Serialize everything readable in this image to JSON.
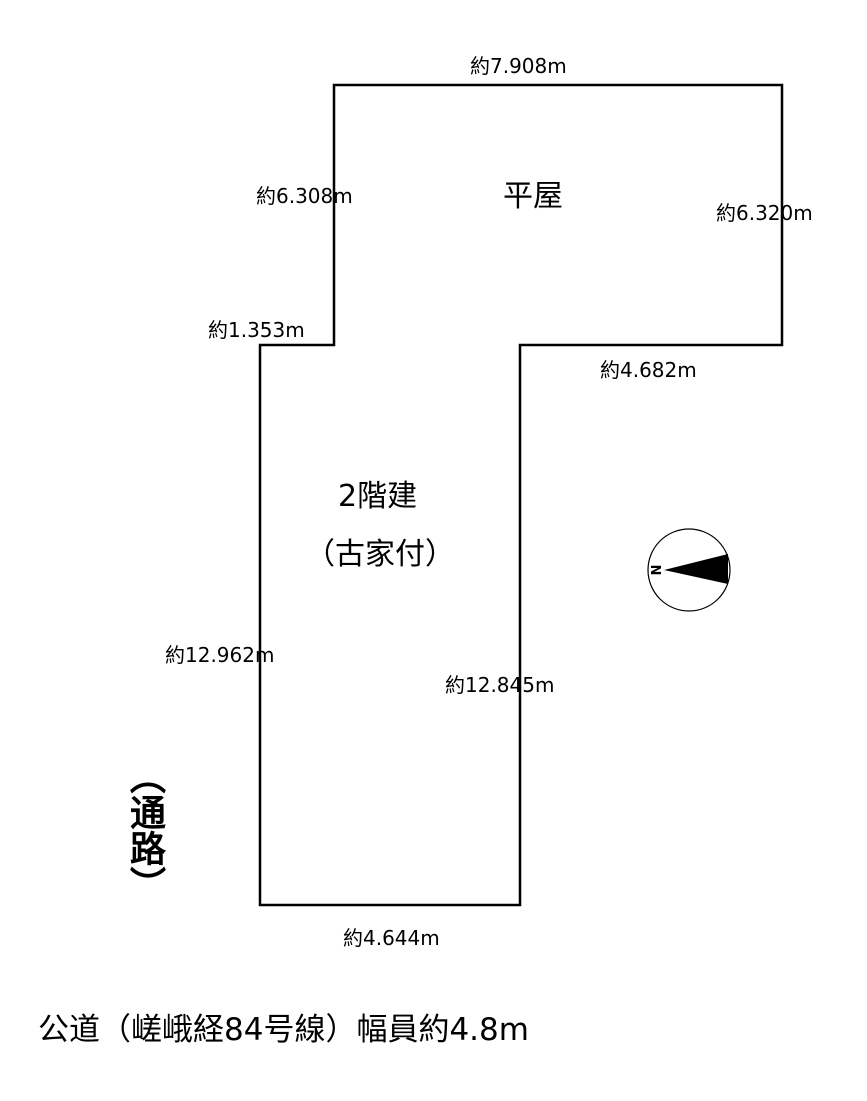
{
  "plot": {
    "outline_color": "#000000",
    "areas": {
      "upper": {
        "label": "平屋"
      },
      "lower": {
        "line1": "2階建",
        "line2": "（古家付）"
      }
    },
    "dimensions": {
      "top": "約7.908m",
      "left_upper": "約6.308m",
      "right_upper": "約6.320m",
      "step_left": "約1.353m",
      "step_right": "約4.682m",
      "left_lower": "約12.962m",
      "right_lower": "約12.845m",
      "bottom": "約4.644m"
    }
  },
  "side_passage": {
    "label": "（通路）"
  },
  "road": {
    "label": "公道（嵯峨経84号線）幅員約4.8m"
  },
  "compass": {
    "north_label": "N",
    "direction": "west"
  }
}
